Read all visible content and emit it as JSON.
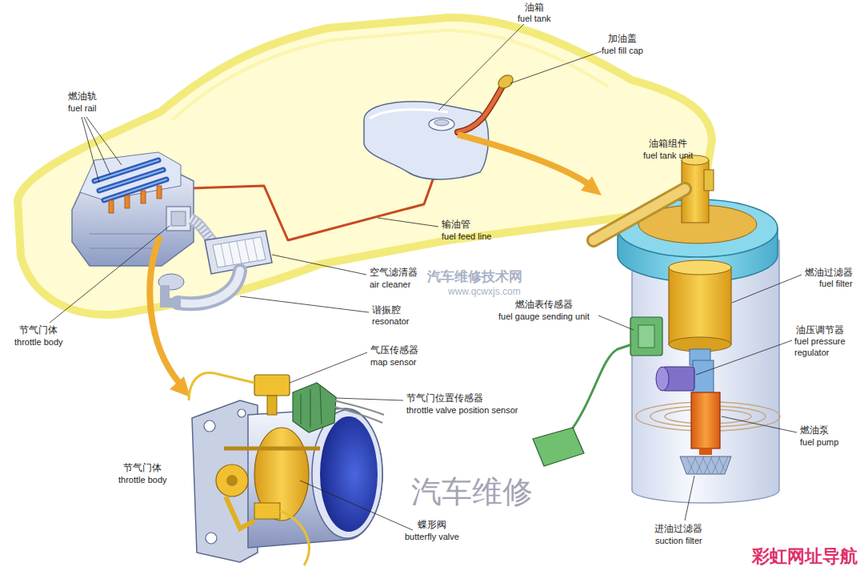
{
  "diagram": {
    "labels": [
      "油箱",
      "fuel tank",
      "加油盖",
      "fuel fill cap",
      "燃油轨",
      "fuel rail",
      "油箱组件",
      "fuel tank unit",
      "输油管",
      "fuel feed line",
      "空气滤清器",
      "air cleaner",
      "谐振腔",
      "resonator",
      "节气门体",
      "throttle body",
      "燃油过滤器",
      "fuel filter",
      "燃油表传感器",
      "fuel gauge sending unit",
      "油压调节器",
      "fuel pressure regulator",
      "气压传感器",
      "map sensor",
      "节气门位置传感器",
      "throttle valve position sensor",
      "燃油泵",
      "fuel pump",
      "节气门体",
      "throttle body",
      "蝶形阀",
      "butterfly valve",
      "进油过滤器",
      "suction filter",
      "汽车维修技术网",
      "www.qcwxjs.com",
      "汽车维修",
      "彩虹网址导航"
    ]
  }
}
